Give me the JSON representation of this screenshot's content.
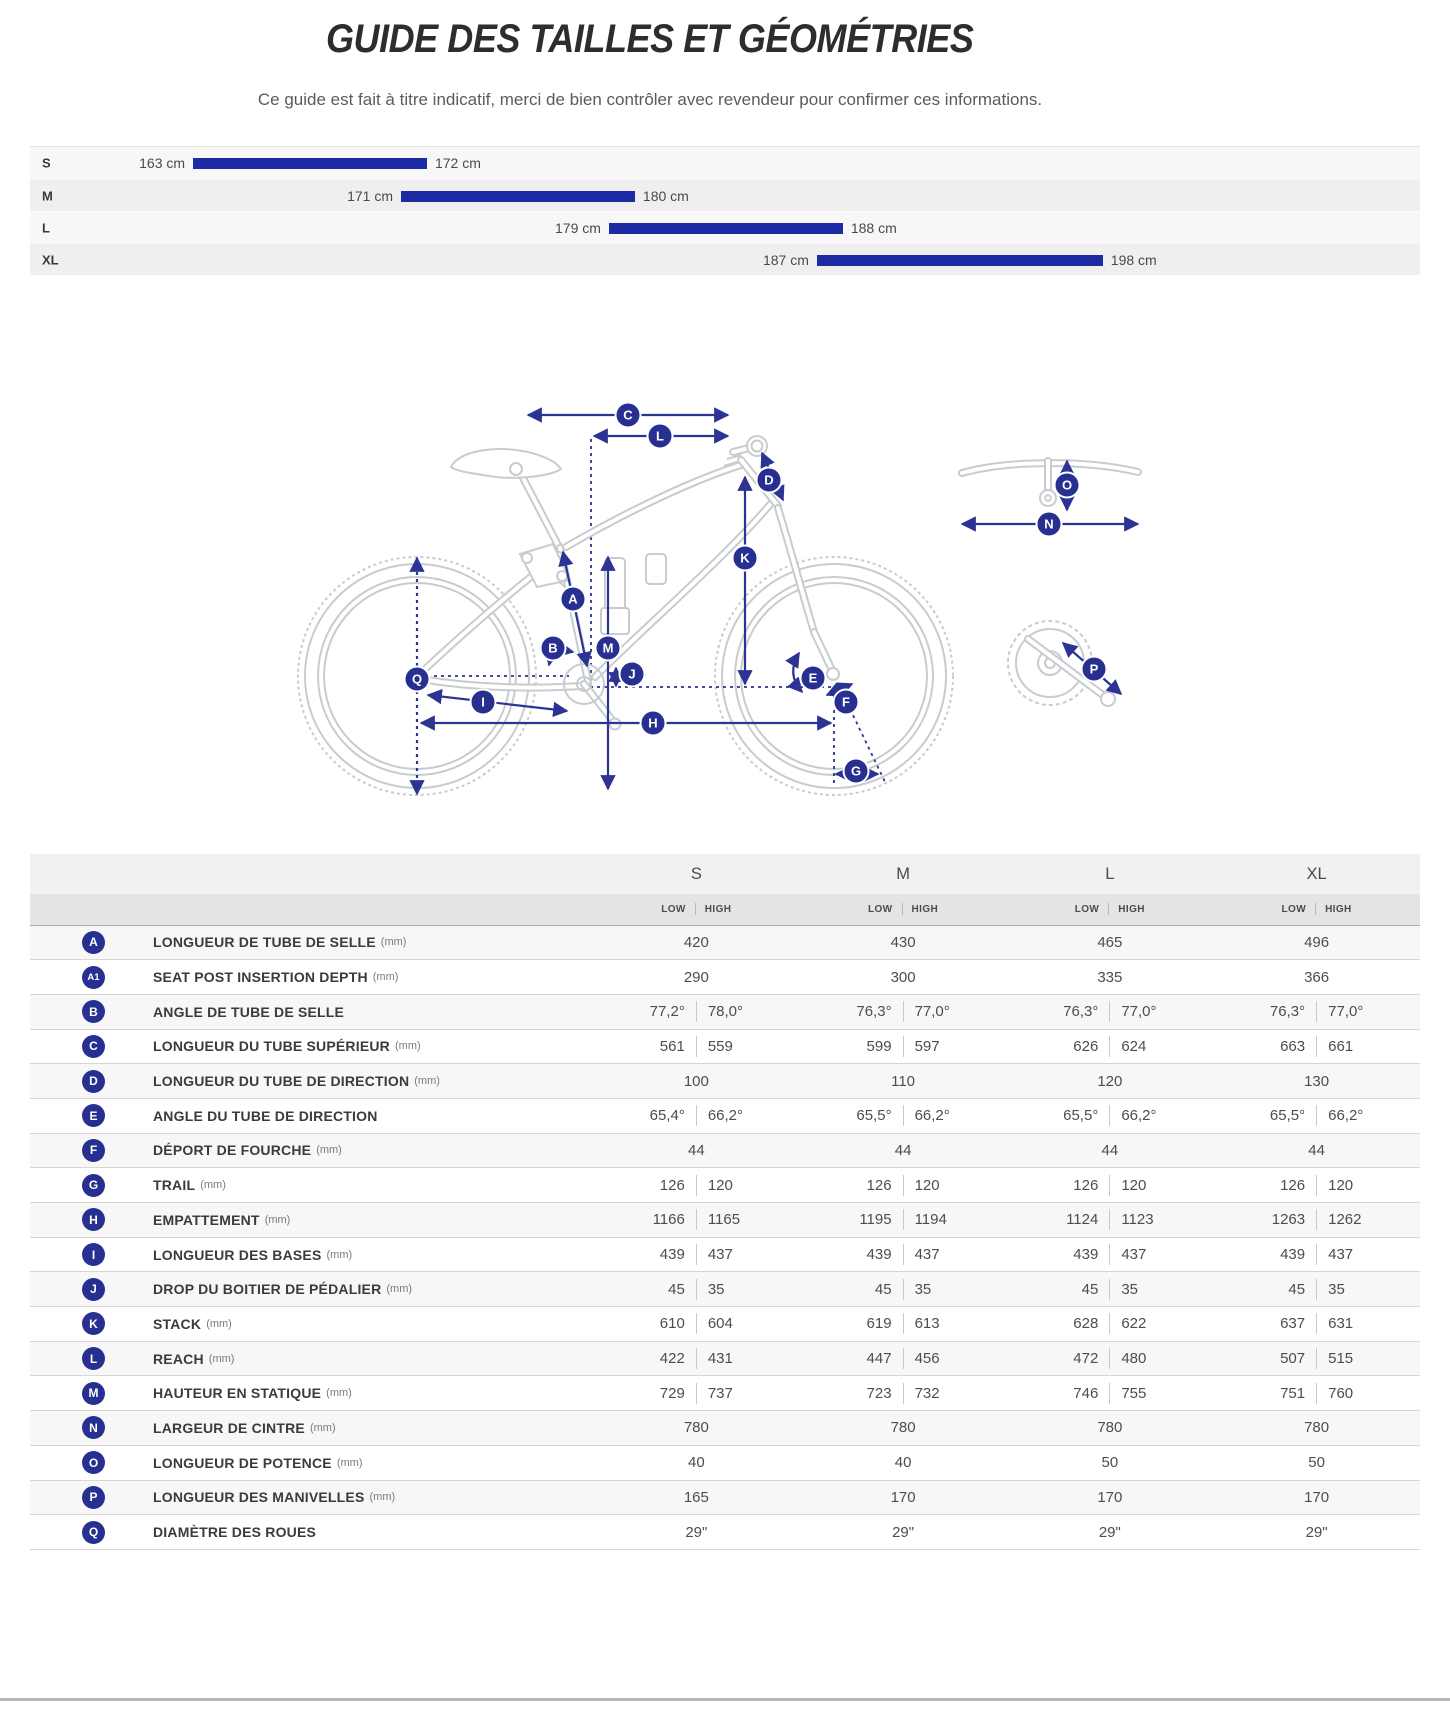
{
  "page": {
    "title": "GUIDE DES TAILLES ET GÉOMÉTRIES",
    "subtitle": "Ce guide est fait à titre indicatif, merci de bien contrôler avec revendeur pour confirmer ces informations."
  },
  "colors": {
    "bar": "#1C2BA4",
    "badge": "#272F90",
    "arrow": "#2B3494"
  },
  "size_bars": {
    "unit": "cm",
    "rows": [
      {
        "label": "S",
        "min": 163,
        "max": 172,
        "min_label": "163 cm",
        "max_label": "172 cm"
      },
      {
        "label": "M",
        "min": 171,
        "max": 180,
        "min_label": "171 cm",
        "max_label": "180 cm"
      },
      {
        "label": "L",
        "min": 179,
        "max": 188,
        "min_label": "179 cm",
        "max_label": "188 cm"
      },
      {
        "label": "XL",
        "min": 187,
        "max": 198,
        "min_label": "187 cm",
        "max_label": "198 cm"
      }
    ]
  },
  "diagram": {
    "badges": [
      "C",
      "L",
      "D",
      "K",
      "A",
      "B",
      "M",
      "J",
      "Q",
      "I",
      "H",
      "E",
      "F",
      "G",
      "N",
      "O",
      "P"
    ]
  },
  "geometry_table": {
    "size_headers": [
      "S",
      "M",
      "L",
      "XL"
    ],
    "sub_headers": {
      "low": "LOW",
      "high": "HIGH"
    },
    "rows": [
      {
        "badge": "A",
        "label": "LONGUEUR DE TUBE DE SELLE",
        "unit": "(mm)",
        "values": [
          [
            "420"
          ],
          [
            "430"
          ],
          [
            "465"
          ],
          [
            "496"
          ]
        ]
      },
      {
        "badge": "A1",
        "label": "SEAT POST INSERTION DEPTH",
        "unit": "(mm)",
        "values": [
          [
            "290"
          ],
          [
            "300"
          ],
          [
            "335"
          ],
          [
            "366"
          ]
        ]
      },
      {
        "badge": "B",
        "label": "ANGLE DE TUBE DE SELLE",
        "unit": "",
        "values": [
          [
            "77,2°",
            "78,0°"
          ],
          [
            "76,3°",
            "77,0°"
          ],
          [
            "76,3°",
            "77,0°"
          ],
          [
            "76,3°",
            "77,0°"
          ]
        ]
      },
      {
        "badge": "C",
        "label": "LONGUEUR DU TUBE SUPÉRIEUR",
        "unit": "(mm)",
        "values": [
          [
            "561",
            "559"
          ],
          [
            "599",
            "597"
          ],
          [
            "626",
            "624"
          ],
          [
            "663",
            "661"
          ]
        ]
      },
      {
        "badge": "D",
        "label": "LONGUEUR DU TUBE DE DIRECTION",
        "unit": "(mm)",
        "values": [
          [
            "100"
          ],
          [
            "110"
          ],
          [
            "120"
          ],
          [
            "130"
          ]
        ]
      },
      {
        "badge": "E",
        "label": "ANGLE DU TUBE DE DIRECTION",
        "unit": "",
        "values": [
          [
            "65,4°",
            "66,2°"
          ],
          [
            "65,5°",
            "66,2°"
          ],
          [
            "65,5°",
            "66,2°"
          ],
          [
            "65,5°",
            "66,2°"
          ]
        ]
      },
      {
        "badge": "F",
        "label": "DÉPORT DE FOURCHE",
        "unit": "(mm)",
        "values": [
          [
            "44"
          ],
          [
            "44"
          ],
          [
            "44"
          ],
          [
            "44"
          ]
        ]
      },
      {
        "badge": "G",
        "label": "TRAIL",
        "unit": "(mm)",
        "values": [
          [
            "126",
            "120"
          ],
          [
            "126",
            "120"
          ],
          [
            "126",
            "120"
          ],
          [
            "126",
            "120"
          ]
        ]
      },
      {
        "badge": "H",
        "label": "EMPATTEMENT",
        "unit": "(mm)",
        "values": [
          [
            "1166",
            "1165"
          ],
          [
            "1195",
            "1194"
          ],
          [
            "1124",
            "1123"
          ],
          [
            "1263",
            "1262"
          ]
        ]
      },
      {
        "badge": "I",
        "label": "LONGUEUR DES BASES",
        "unit": "(mm)",
        "values": [
          [
            "439",
            "437"
          ],
          [
            "439",
            "437"
          ],
          [
            "439",
            "437"
          ],
          [
            "439",
            "437"
          ]
        ]
      },
      {
        "badge": "J",
        "label": "DROP DU BOITIER DE PÉDALIER",
        "unit": "(mm)",
        "values": [
          [
            "45",
            "35"
          ],
          [
            "45",
            "35"
          ],
          [
            "45",
            "35"
          ],
          [
            "45",
            "35"
          ]
        ]
      },
      {
        "badge": "K",
        "label": "STACK",
        "unit": "(mm)",
        "values": [
          [
            "610",
            "604"
          ],
          [
            "619",
            "613"
          ],
          [
            "628",
            "622"
          ],
          [
            "637",
            "631"
          ]
        ]
      },
      {
        "badge": "L",
        "label": "REACH",
        "unit": "(mm)",
        "values": [
          [
            "422",
            "431"
          ],
          [
            "447",
            "456"
          ],
          [
            "472",
            "480"
          ],
          [
            "507",
            "515"
          ]
        ]
      },
      {
        "badge": "M",
        "label": "HAUTEUR EN STATIQUE",
        "unit": "(mm)",
        "values": [
          [
            "729",
            "737"
          ],
          [
            "723",
            "732"
          ],
          [
            "746",
            "755"
          ],
          [
            "751",
            "760"
          ]
        ]
      },
      {
        "badge": "N",
        "label": "LARGEUR DE CINTRE",
        "unit": "(mm)",
        "values": [
          [
            "780"
          ],
          [
            "780"
          ],
          [
            "780"
          ],
          [
            "780"
          ]
        ]
      },
      {
        "badge": "O",
        "label": "LONGUEUR DE POTENCE",
        "unit": "(mm)",
        "values": [
          [
            "40"
          ],
          [
            "40"
          ],
          [
            "50"
          ],
          [
            "50"
          ]
        ]
      },
      {
        "badge": "P",
        "label": "LONGUEUR DES MANIVELLES",
        "unit": "(mm)",
        "values": [
          [
            "165"
          ],
          [
            "170"
          ],
          [
            "170"
          ],
          [
            "170"
          ]
        ]
      },
      {
        "badge": "Q",
        "label": "DIAMÈTRE DES ROUES",
        "unit": "",
        "values": [
          [
            "29\""
          ],
          [
            "29\""
          ],
          [
            "29\""
          ],
          [
            "29\""
          ]
        ]
      }
    ]
  }
}
